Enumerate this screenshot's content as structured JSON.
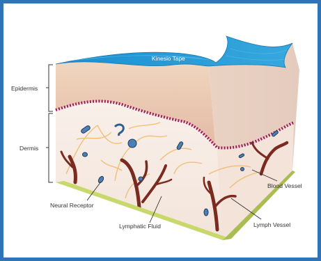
{
  "labels": {
    "tape": "Kinesio Tape",
    "epidermis": "Epidermis",
    "dermis": "Dermis",
    "neural_receptor": "Neural Receptor",
    "lymphatic_fluid": "Lymphatic Fluid",
    "blood_vessel": "Blood Vessel",
    "lymph_vessel": "Lymph Vessel"
  },
  "colors": {
    "frame": "#2f74b7",
    "tape": "#1f93d1",
    "epidermis": "#e8c6ac",
    "dermis": "#f6ebe3",
    "basement_line": "#9a1c5c",
    "blood_vessel": "#7a2a1e",
    "lymph_vessel": "#f0b866",
    "base_layer": "#c9d86a"
  }
}
